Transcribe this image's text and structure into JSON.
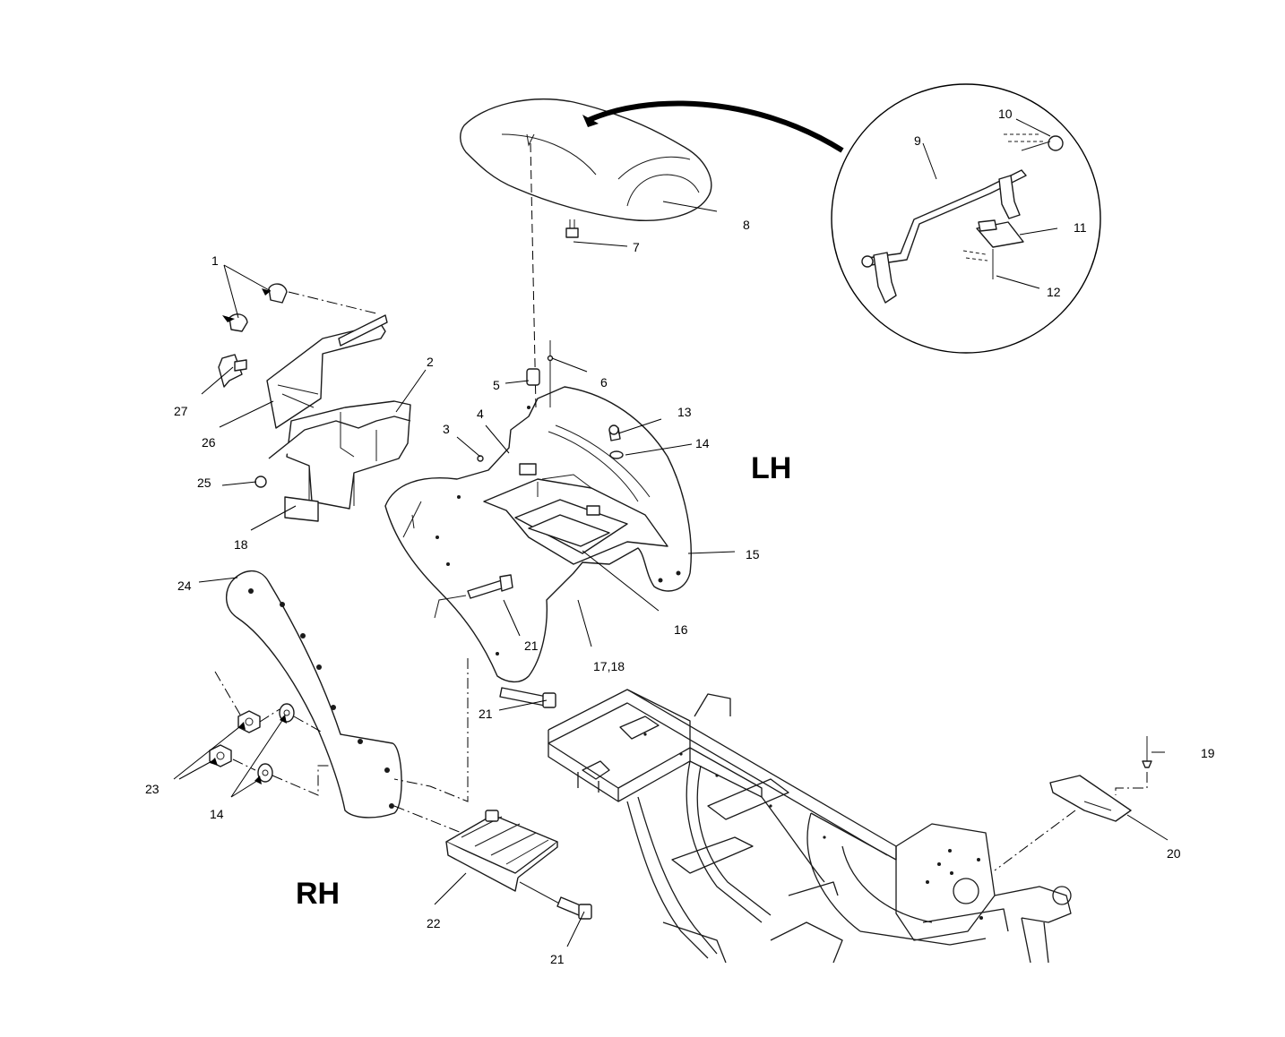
{
  "side_labels": {
    "left_hand": "LH",
    "right_hand": "RH"
  },
  "callouts": {
    "c1": "1",
    "c2": "2",
    "c3": "3",
    "c4": "4",
    "c5": "5",
    "c6": "6",
    "c7": "7",
    "c8": "8",
    "c9": "9",
    "c10": "10",
    "c11": "11",
    "c12": "12",
    "c13": "13",
    "c14a": "14",
    "c14b": "14",
    "c15": "15",
    "c16": "16",
    "c17_18": "17,18",
    "c18": "18",
    "c19": "19",
    "c20": "20",
    "c21a": "21",
    "c21b": "21",
    "c21c": "21",
    "c22": "22",
    "c23": "23",
    "c24": "24",
    "c25": "25",
    "c26": "26",
    "c27": "27"
  }
}
